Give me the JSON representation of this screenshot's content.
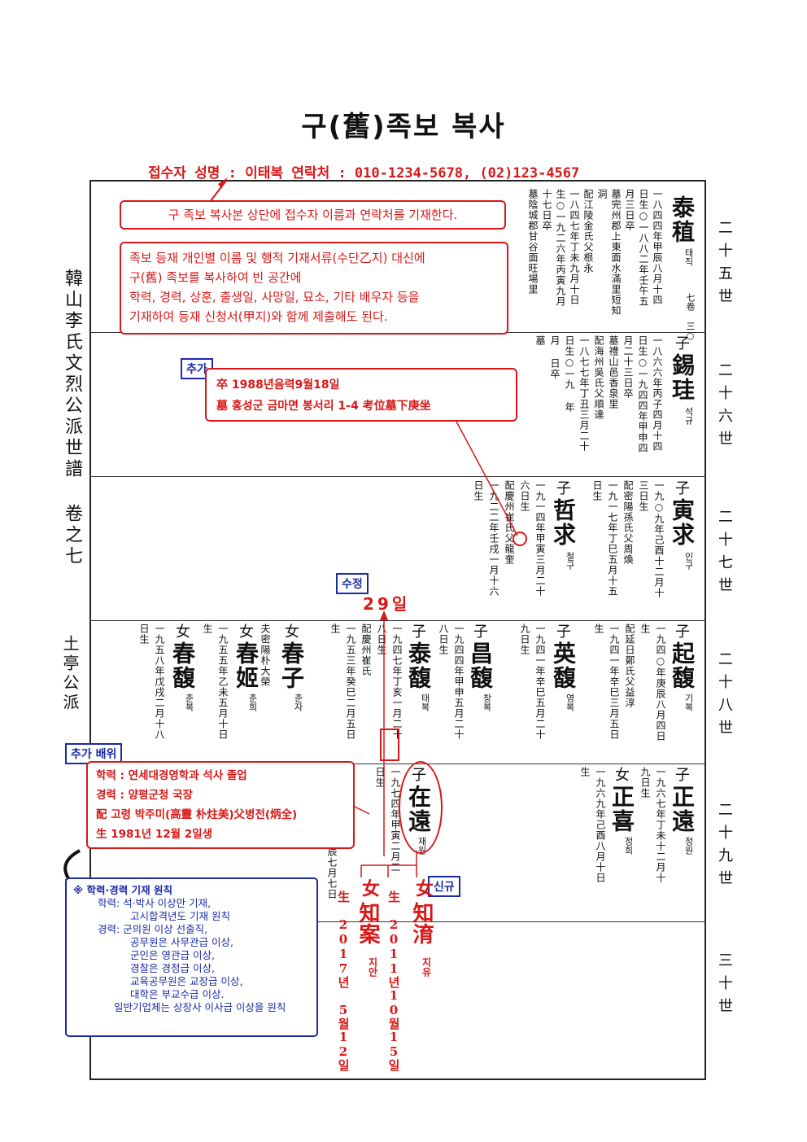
{
  "title": "구(舊)족보 복사",
  "contact_line": "접수자 성명 : 이태복 연락처 : 010-1234-5678, (02)123-4567",
  "side_title": "韓山李氏文烈公派世譜 卷之七",
  "side_title2": "土亭公派",
  "generations": [
    "二十五世",
    "二十六世",
    "二十七世",
    "二十八世",
    "二十九世",
    "三十世"
  ],
  "callouts": {
    "c1": "구 족보 복사본 상단에 접수자 이름과 연락처를 기재한다.",
    "c2_lines": [
      "족보 등재 개인별 이름 및 행적 기재서류(수단乙지) 대신에",
      "구(舊) 족보를 복사하여 빈 공간에",
      "학력, 경력, 상훈, 출생일, 사망일, 묘소, 기타 배우자 등을",
      "기재하여 등재 신청서(甲지)와 함께 제출해도 된다."
    ],
    "tag_add": "추가",
    "add_lines": [
      "卒 1988년음력9월18일",
      "墓 홍성군 금마면 봉서리 1-4 考位墓下庚坐"
    ],
    "tag_fix": "수정",
    "fix_value": "29일",
    "tag_add_spouse": "추가 배위",
    "spouse_lines": [
      "학력 : 연세대경영학과 석사 졸업",
      "경력 : 양평군청 국장",
      "配 고령 박주미(高靈 朴炷美)父병전(炳全)",
      "生 1981년 12월 2일생"
    ],
    "tag_new": "신규"
  },
  "note": {
    "heading": "※ 학력·경력 기재 원칙",
    "lines": [
      "학력: 석·박사 이상만 기재,",
      "고시합격년도 기재 원칙",
      "경력: 군의원 이상 선출직,",
      "공무원은 사무관급 이상,",
      "군인은 영관급 이상,",
      "경찰은 경정급 이상,",
      "교육공무원은 교장급 이상,",
      "대학은 부교수급 이상.",
      "일반기업체는 상장사 이사급 이상을 원칙"
    ]
  },
  "new_entries": {
    "e1": {
      "rel": "女",
      "name": "知案",
      "reading": "지안",
      "birth": "生 2017년 5월12일"
    },
    "e2": {
      "rel": "女",
      "name": "知淯",
      "reading": "지유",
      "birth": "生 2011년10월15일"
    }
  },
  "entries": {
    "r1_name": {
      "rel": "",
      "name": "泰稙",
      "reading": "태직"
    },
    "r1_cols": [
      "一八四四年甲辰八月十四",
      "日生○一八八二年壬午五",
      "月三日卒",
      "墓完州郡上東面水滿里短知",
      "洞",
      "配江陵金氏父根永",
      "一八四七年丁未九月十日",
      "生○一九二六年丙寅九月",
      "十七日卒",
      "墓陰城郡甘谷面旺場里"
    ],
    "r1_vol": "七卷 三○",
    "r2_name": {
      "rel": "子",
      "name": "錫珪",
      "reading": "석규"
    },
    "r2_cols": [
      "一八六六年丙子四月十四",
      "日生○一九四四年甲申四",
      "月二十三日卒",
      "墓禮山邑香泉里",
      "配海州吳氏父順達",
      "一八七七年丁丑三月二十",
      "日生○一九   年",
      "月  日卒",
      "墓"
    ],
    "r3a": {
      "rel": "子",
      "name": "寅求",
      "reading": "인구"
    },
    "r3a_cols": [
      "一九○九年己酉十二月十",
      "三日生",
      "配密陽孫氏父周煥",
      "一九一七年丁巳五月十五",
      "日生"
    ],
    "r3b": {
      "rel": "子",
      "name": "哲求",
      "reading": "철구"
    },
    "r3b_cols": [
      "一九一四年甲寅三月二十",
      "六日生",
      "配慶州崔氏父龍奎",
      "一九二二年壬戌一月十六",
      "日生"
    ],
    "r4a": {
      "rel": "子",
      "name": "起馥",
      "reading": "기복"
    },
    "r4a_cols": [
      "一九四○年庚辰八月四日",
      "生",
      "配延日鄭氏父益淳",
      "一九四一年辛巳三月五日",
      "生"
    ],
    "r4b": {
      "rel": "子",
      "name": "英馥",
      "reading": "영복"
    },
    "r4b_cols": [
      "一九四一年辛巳五月二十",
      "九日生"
    ],
    "r4c": {
      "rel": "子",
      "name": "昌馥",
      "reading": "창복"
    },
    "r4c_cols": [
      "一九四四年甲申五月二十",
      "八日生"
    ],
    "r4d": {
      "rel": "子",
      "name": "泰馥",
      "reading": "태복"
    },
    "r4d_cols": [
      "一九四七年丁亥一月二十",
      "八日生",
      "配慶州崔氏",
      "一九五三年癸巳二月五日",
      "生"
    ],
    "r4e": {
      "rel": "女",
      "name": "春子",
      "reading": "춘자"
    },
    "r4e_cols": [
      "夫密陽朴大榮"
    ],
    "r4f": {
      "rel": "女",
      "name": "春姬",
      "reading": "춘희"
    },
    "r4f_cols": [
      "一九五五年乙未五月十日",
      "生"
    ],
    "r4g": {
      "rel": "女",
      "name": "春馥",
      "reading": "춘복"
    },
    "r4g_cols": [
      "一九五八年戊戌二月十八",
      "日生"
    ],
    "r5a": {
      "rel": "子",
      "name": "正遠",
      "reading": "정원"
    },
    "r5a_cols": [
      "一九六七年丁未十二月十",
      "九日生"
    ],
    "r5b": {
      "rel": "女",
      "name": "正喜",
      "reading": "정희"
    },
    "r5b_cols": [
      "一九六九年己酉八月十日",
      "生"
    ],
    "r5c": {
      "rel": "子",
      "name": "在遠",
      "reading": "재원"
    },
    "r5c_cols": [
      "一九七四年甲寅二月二",
      "日生"
    ],
    "r5d_cols": [
      "辰七月七日"
    ]
  }
}
